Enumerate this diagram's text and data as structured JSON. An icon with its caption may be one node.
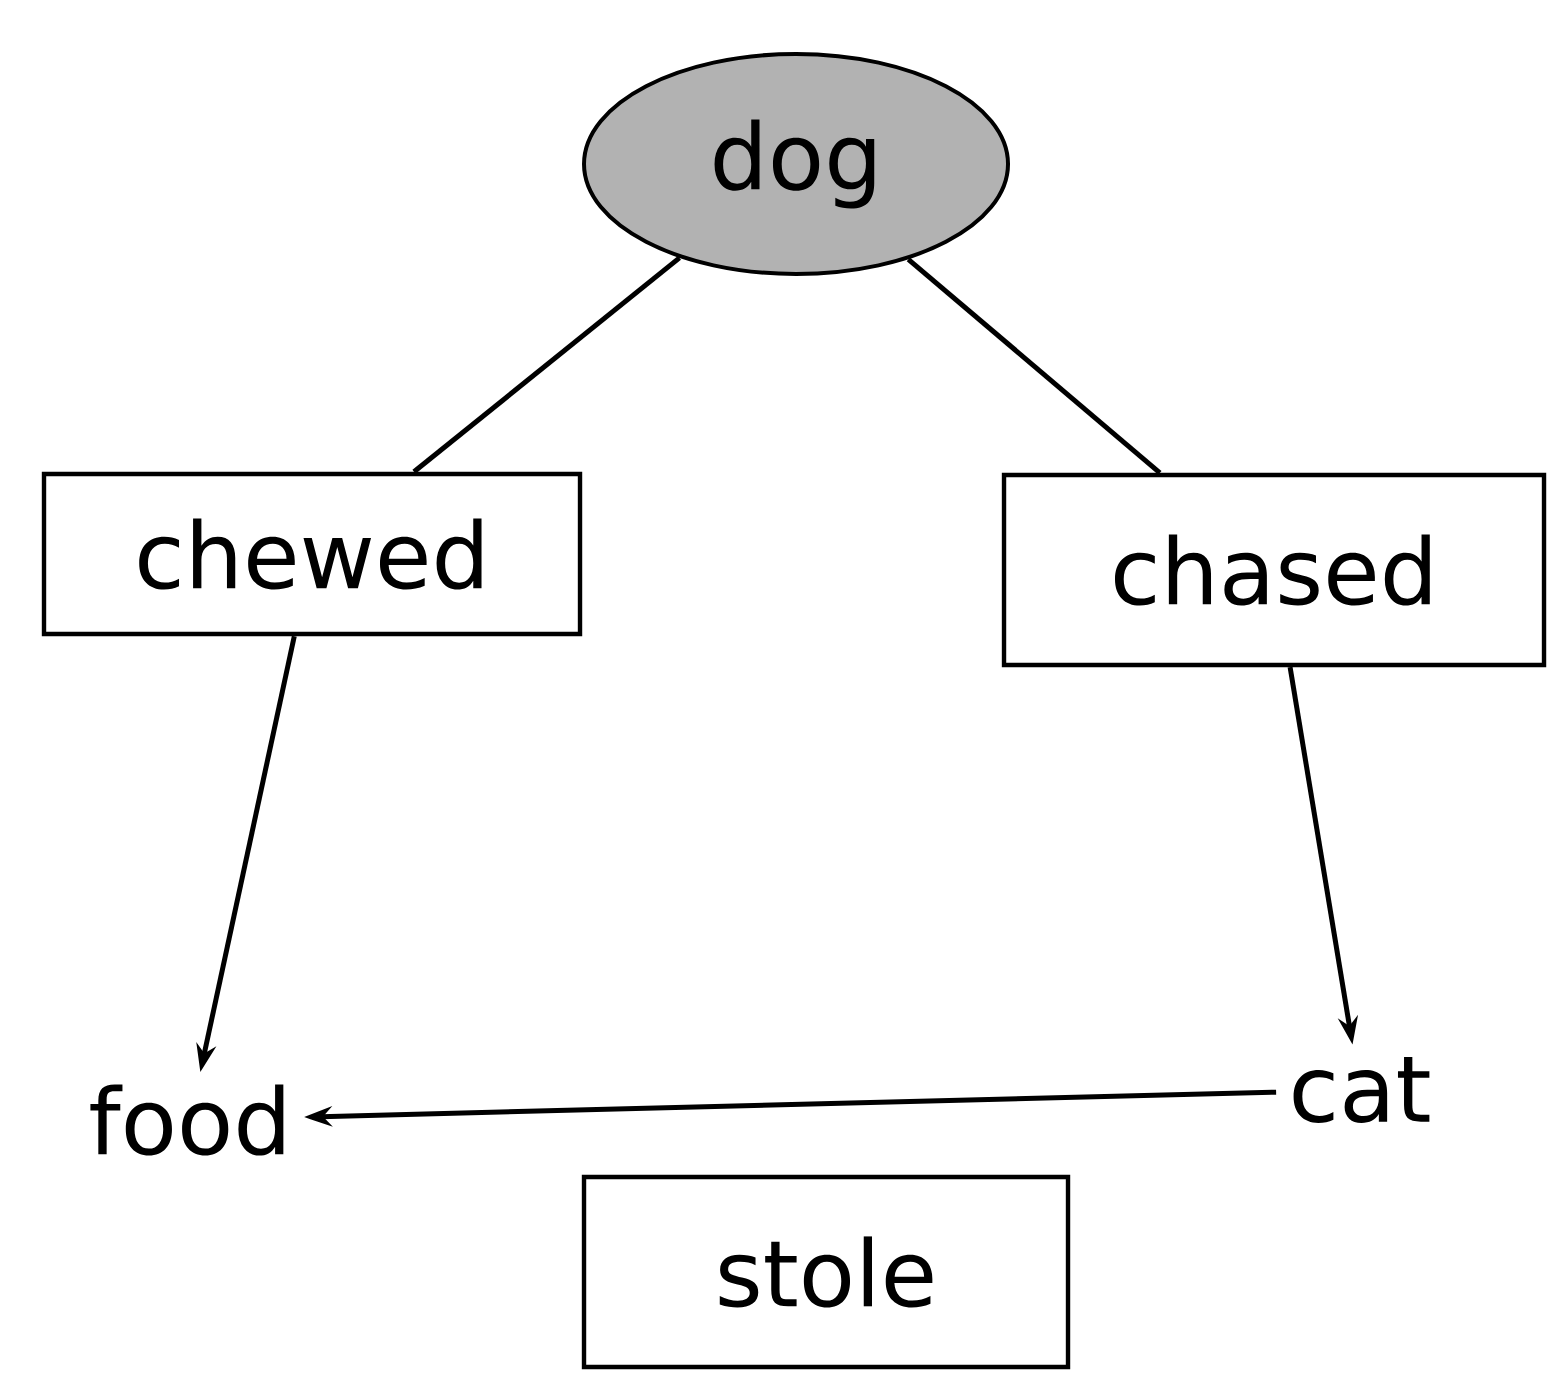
{
  "diagram": {
    "nodes": [
      {
        "text": [
          "dog"
        ]
      },
      {
        "text": [
          "chewed"
        ]
      },
      {
        "text": [
          "chased"
        ]
      },
      {
        "text": [
          "food"
        ]
      },
      {
        "text": [
          "cat"
        ]
      },
      {
        "text": [
          "stole"
        ]
      }
    ],
    "edges": [
      {
        "from": 0,
        "to": 1,
        "arrow": "none"
      },
      {
        "from": 1,
        "to": 3,
        "arrow": "to"
      },
      {
        "from": 0,
        "to": 2,
        "arrow": "none"
      },
      {
        "from": 2,
        "to": 4,
        "arrow": "to"
      },
      {
        "from": 4,
        "to": 3,
        "arrow": "to"
      }
    ]
  }
}
